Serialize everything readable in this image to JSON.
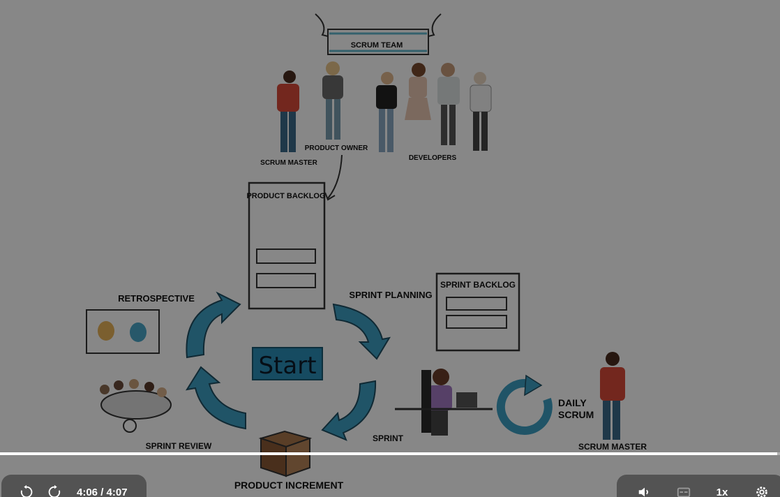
{
  "video": {
    "team_banner": "SCRUM TEAM",
    "role_scrum_master": "SCRUM MASTER",
    "role_product_owner": "PRODUCT OWNER",
    "role_developers": "DEVELOPERS",
    "product_backlog": "PRODUCT BACKLOG",
    "sprint_backlog": "SPRINT BACKLOG",
    "sprint_planning": "SPRINT PLANNING",
    "retrospective": "RETROSPECTIVE",
    "start": "Start",
    "sprint_review": "SPRINT REVIEW",
    "sprint": "SPRINT",
    "daily_scrum_line1": "DAILY",
    "daily_scrum_line2": "SCRUM",
    "scrum_master_bottom": "SCRUM  MASTER",
    "product_increment": "PRODUCT INCREMENT"
  },
  "player": {
    "current_time": "4:06",
    "separator": " / ",
    "duration": "4:07",
    "progress_fraction": 0.996,
    "speed_label": "1x",
    "icons": [
      "rewind-10-icon",
      "forward-10-icon",
      "volume-icon",
      "captions-icon",
      "settings-icon"
    ]
  }
}
